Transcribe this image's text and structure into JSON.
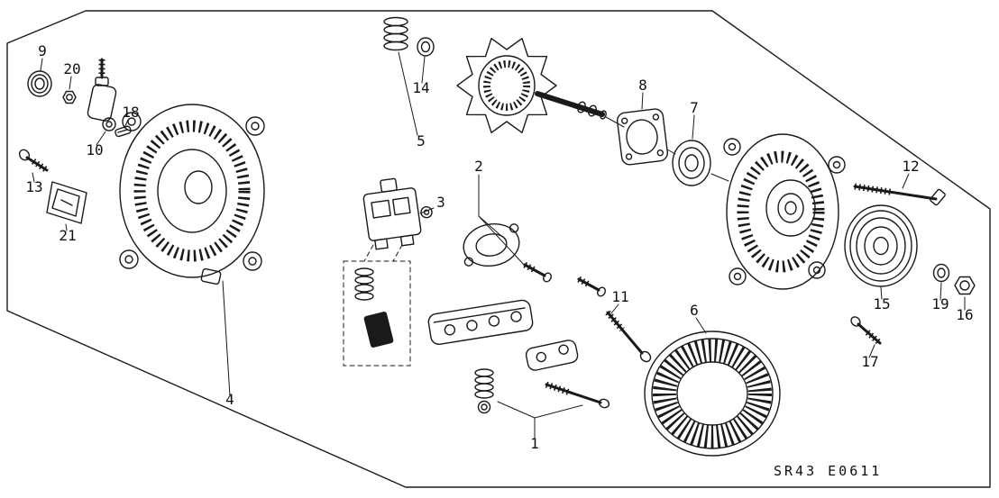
{
  "diagram": {
    "code": "SR43 E0611",
    "ink_color": "#1a1a1a",
    "background_color": "#ffffff",
    "labels": [
      "1",
      "2",
      "3",
      "4",
      "5",
      "6",
      "7",
      "8",
      "9",
      "10",
      "11",
      "12",
      "13",
      "14",
      "15",
      "16",
      "17",
      "18",
      "19",
      "20",
      "21"
    ]
  }
}
